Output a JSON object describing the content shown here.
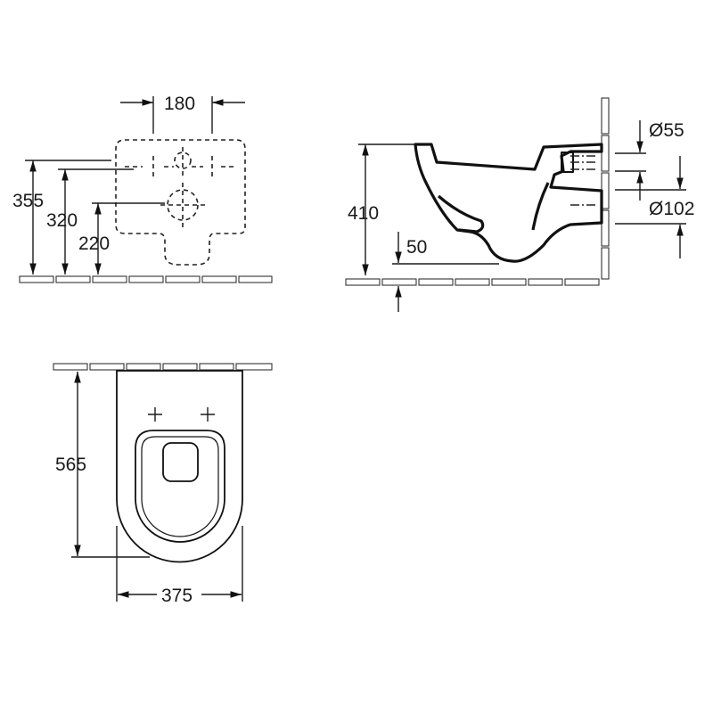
{
  "front_view": {
    "dim_width": "180",
    "dim_height_1": "355",
    "dim_height_2": "320",
    "dim_height_3": "220"
  },
  "side_view": {
    "dim_height": "410",
    "dim_floor": "50",
    "dim_inlet": "Ø55",
    "dim_outlet": "Ø102"
  },
  "top_view": {
    "dim_depth": "565",
    "dim_width": "375"
  }
}
